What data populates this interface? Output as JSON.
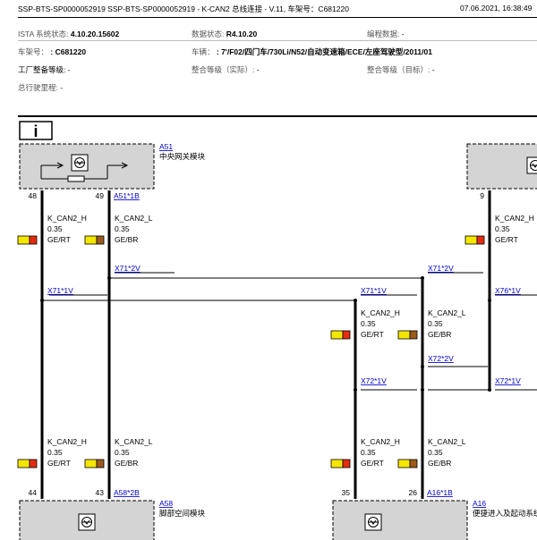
{
  "header": {
    "left": "SSP-BTS-SP0000052919 SSP-BTS-SP0000052919 - K-CAN2 总线连接 - V.11, 车架号：C681220",
    "right": "07.06.2021, 16:38:49"
  },
  "info": {
    "ista_label": "ISTA 系统状态:",
    "ista_value": "4.10.20.15602",
    "data_label": "数据状态:",
    "data_value": "R4.10.20",
    "prog_label": "编程数据:",
    "prog_value": "-",
    "vin_label": "车架号：",
    "vin_value": ": C681220",
    "vehicle_label": "车辆：",
    "vehicle_value": ": 7'/F02/四门车/730Li/N52/自动变速箱/ECE/左座驾驶型/2011/01",
    "factory_label": "工厂整备等级:",
    "factory_value": "-",
    "actual_label": "整合等级（实际）:",
    "actual_value": "-",
    "target_label": "整合等级（目标）:",
    "target_value": "-",
    "mileage_label": "总行驶里程:",
    "mileage_value": "-"
  },
  "diagram": {
    "info_glyph": "i",
    "modules": {
      "a51": {
        "id": "A51",
        "name": "中央网关模块",
        "connector": "A51*1B",
        "pin_h": "48",
        "pin_l": "49"
      },
      "a58": {
        "id": "A58",
        "name": "脚部空间模块",
        "connector": "A58*2B",
        "pin_h": "44",
        "pin_l": "43"
      },
      "a16": {
        "id": "A16",
        "name": "便捷进入及起动系统",
        "connector": "A16*1B",
        "pin_h": "35",
        "pin_l": "26"
      },
      "right_pin": "9"
    },
    "connectors": {
      "x71_1v_a": "X71*1V",
      "x71_2v_a": "X71*2V",
      "x71_1v_b": "X71*1V",
      "x71_2v_b": "X71*2V",
      "x76_1v": "X76*1V",
      "x72_2v": "X72*2V",
      "x72_1v_a": "X72*1V",
      "x72_1v_b": "X72*1V"
    },
    "wire_h": {
      "signal": "K_CAN2_H",
      "size": "0.35",
      "color": "GE/RT"
    },
    "wire_l": {
      "signal": "K_CAN2_L",
      "size": "0.35",
      "color": "GE/BR"
    },
    "colors": {
      "yellow": "#f5e600",
      "red": "#e52b10",
      "brown": "#9c5a1c",
      "module_fill": "#d4d4d4",
      "link": "#0000cc"
    }
  }
}
